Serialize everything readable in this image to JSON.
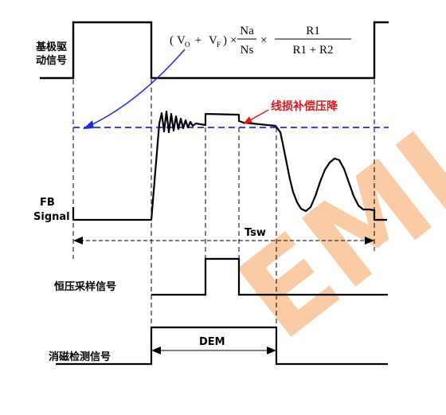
{
  "labels": {
    "base_drive_line1": "基极驱",
    "base_drive_line2": "动信号",
    "fb_line1": "FB",
    "fb_line2": "Signal",
    "line_loss": "线损补偿压降",
    "tsw": "Tsw",
    "cv_sample": "恒压采样信号",
    "demag": "消磁检测信号",
    "dem": "DEM"
  },
  "formula": {
    "paren_open": "(",
    "v_o": "V",
    "v_o_sub": "O",
    "plus": " + ",
    "v_f": "V",
    "v_f_sub": "F",
    "paren_close": ")",
    "times1": "×",
    "na": "Na",
    "ns": "Ns",
    "times2": "×",
    "r1": "R1",
    "r1_r2": "R1 + R2"
  },
  "watermark": "EMI",
  "colors": {
    "waveform": "#000000",
    "dashed_reference": "#1f2bd6",
    "arrow_blue": "#1f2bd6",
    "annotation_red": "#e0161b",
    "watermark": "#f6a15a"
  }
}
